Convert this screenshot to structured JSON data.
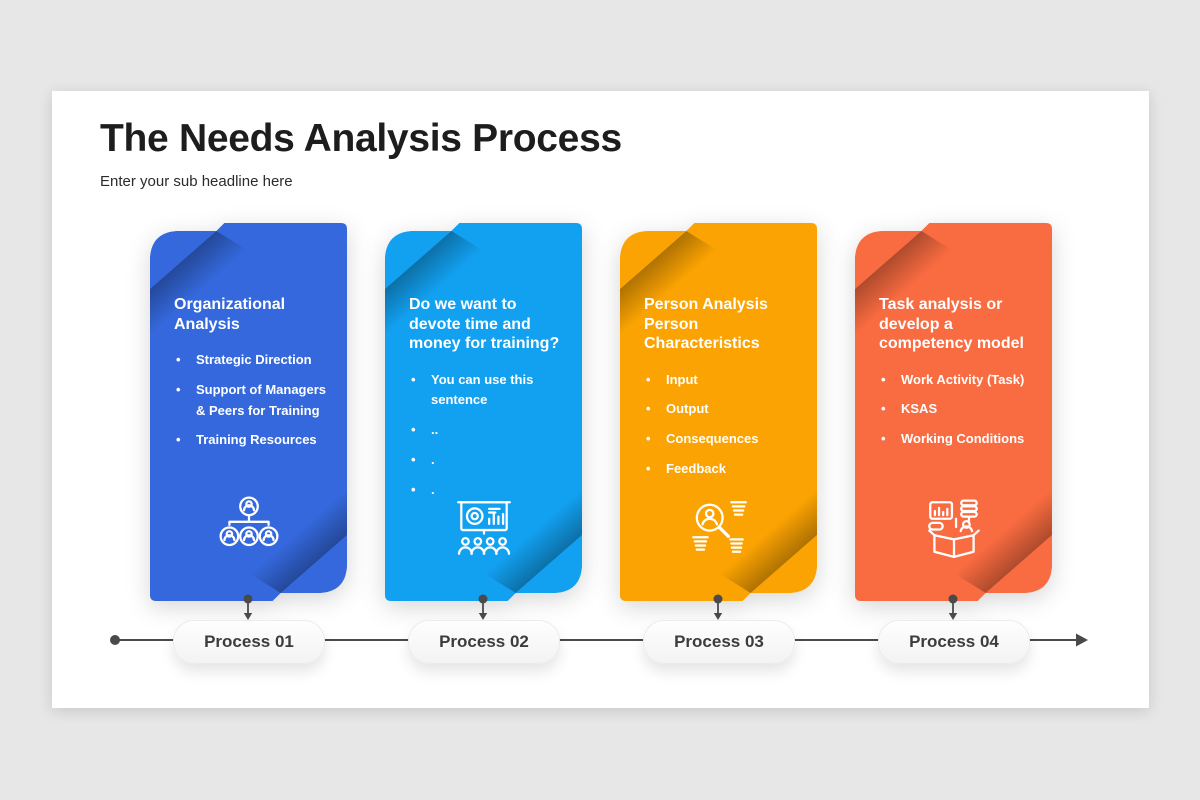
{
  "page": {
    "background_color": "#E8E7E7"
  },
  "slide": {
    "title": "The Needs Analysis Process",
    "subtitle": "Enter your sub headline here",
    "background_color": "#FFFFFF"
  },
  "cards": [
    {
      "title": "Organizational Analysis",
      "bullets": [
        "Strategic Direction",
        "Support of Managers & Peers for Training",
        "Training Resources"
      ],
      "color": "#3468DC",
      "icon": "org-chart-icon",
      "process_label": "Process 01"
    },
    {
      "title": "Do we want to devote time and money for training?",
      "bullets": [
        "You can use this sentence",
        "..",
        ".",
        "."
      ],
      "color": "#12A0F0",
      "icon": "presentation-audience-icon",
      "process_label": "Process 02"
    },
    {
      "title": "Person Analysis Person Characteristics",
      "bullets": [
        "Input",
        "Output",
        "Consequences",
        "Feedback"
      ],
      "color": "#FBA302",
      "icon": "person-search-icon",
      "process_label": "Process 03"
    },
    {
      "title": "Task analysis or develop a competency model",
      "bullets": [
        "Work Activity (Task)",
        "KSAS",
        "Working Conditions"
      ],
      "color": "#F96B40",
      "icon": "task-box-icon",
      "process_label": "Process 04"
    }
  ],
  "timeline": {
    "line_color": "#4A4A4A",
    "pill_text_color": "#3C3C3C"
  }
}
